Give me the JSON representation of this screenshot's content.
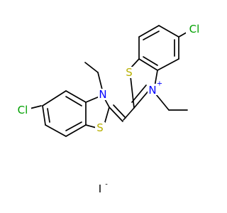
{
  "molecule": {
    "atoms": {
      "cl_left": {
        "text": "Cl",
        "color": "#00a000"
      },
      "n_left": {
        "text": "N",
        "color": "#0000ff"
      },
      "s_left": {
        "text": "S",
        "color": "#b8b000"
      },
      "s_right": {
        "text": "S",
        "color": "#b8b000"
      },
      "n_right": {
        "text": "N",
        "color": "#0000ff",
        "charge": "+"
      },
      "cl_right": {
        "text": "Cl",
        "color": "#00a000"
      }
    },
    "counterion": {
      "text": "I",
      "charge": "-",
      "color": "#000000"
    }
  }
}
